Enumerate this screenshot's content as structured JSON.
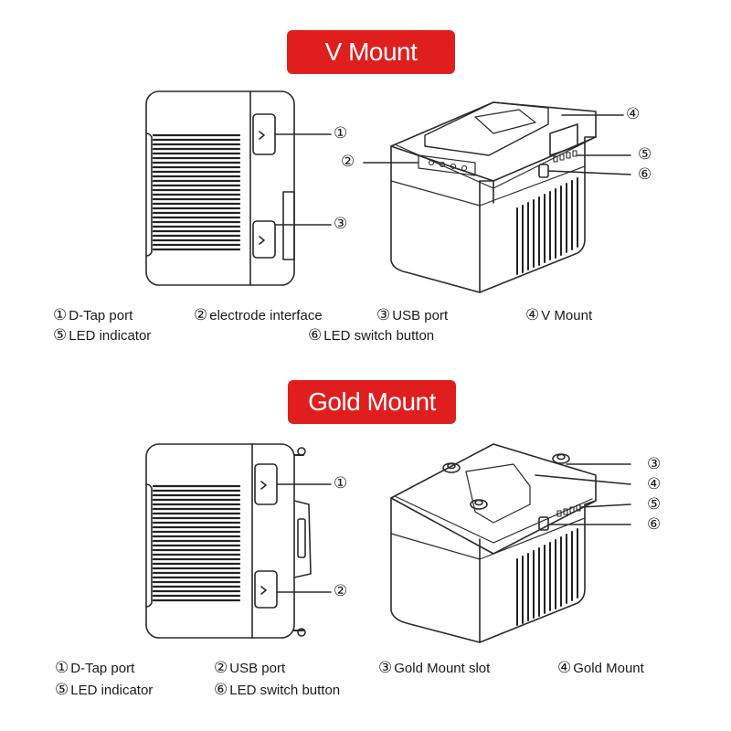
{
  "sections": [
    {
      "title": "V Mount",
      "callouts": [
        "①",
        "②",
        "③",
        "④",
        "⑤",
        "⑥"
      ],
      "legend": [
        {
          "num": "①",
          "text": "D-Tap port"
        },
        {
          "num": "②",
          "text": "electrode interface"
        },
        {
          "num": "③",
          "text": " USB port"
        },
        {
          "num": "④",
          "text": "V Mount"
        },
        {
          "num": "⑤",
          "text": "LED indicator"
        },
        {
          "num": "⑥",
          "text": "LED switch button"
        }
      ]
    },
    {
      "title": "Gold Mount",
      "callouts": [
        "①",
        "②",
        "③",
        "④",
        "⑤",
        "⑥"
      ],
      "legend": [
        {
          "num": "①",
          "text": " D-Tap port"
        },
        {
          "num": "②",
          "text": "USB port"
        },
        {
          "num": "③",
          "text": "Gold Mount slot"
        },
        {
          "num": "④",
          "text": " Gold Mount"
        },
        {
          "num": "⑤",
          "text": " LED indicator"
        },
        {
          "num": "⑥",
          "text": "LED switch button"
        }
      ]
    }
  ]
}
